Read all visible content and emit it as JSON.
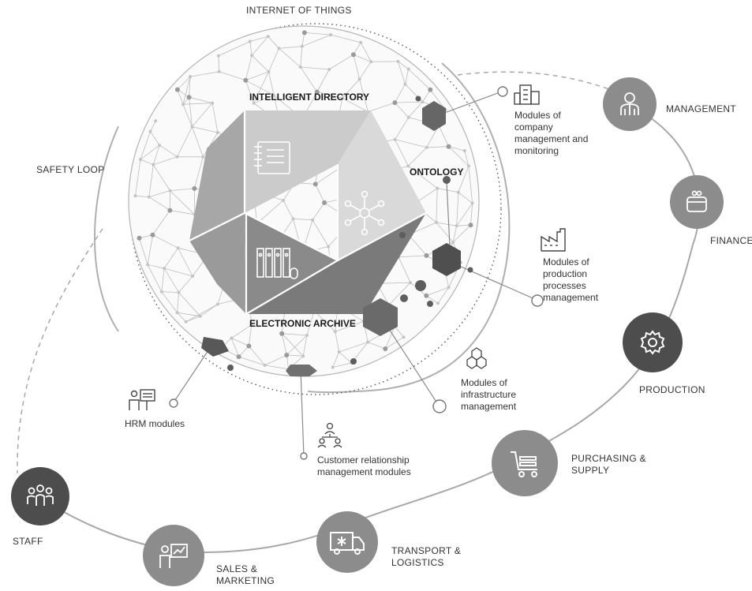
{
  "labels": {
    "internet_of_things": "INTERNET OF THINGS",
    "safety_loop": "SAFETY LOOP",
    "intelligent_directory": "INTELLIGENT DIRECTORY",
    "ontology": "ONTOLOGY",
    "electronic_archive": "ELECTRONIC ARCHIVE"
  },
  "modules": {
    "company_management": "Modules of\ncompany\nmanagement and\nmonitoring",
    "production_processes": "Modules of\nproduction\nprocesses\nmanagement",
    "infrastructure": "Modules of\ninfrastructure\nmanagement",
    "hrm": "HRM modules",
    "crm": "Customer relationship\nmanagement modules"
  },
  "loop_nodes": {
    "management": "MANAGEMENT",
    "finance": "FINANCE",
    "production": "PRODUCTION",
    "purchasing": "PURCHASING &\nSUPPLY",
    "transport": "TRANSPORT &\nLOGISTICS",
    "sales": "SALES &\nMARKETING",
    "staff": "STAFF"
  },
  "icons": {
    "management": "manager-icon",
    "finance": "wallet-icon",
    "production": "gear-icon",
    "purchasing": "shopping-cart-icon",
    "transport": "medical-truck-icon",
    "sales": "presentation-icon",
    "staff": "team-icon",
    "company_modules": "office-building-icon",
    "production_modules": "factory-icon",
    "infrastructure_modules": "hexagon-network-icon",
    "hrm_modules": "presenter-icon",
    "crm_modules": "hierarchy-people-icon",
    "directory": "document-icon",
    "ontology": "network-icon",
    "archive": "binders-icon"
  },
  "colors": {
    "node_light": "#8c8c8c",
    "node_dark": "#4d4d4d",
    "line": "#9e9e9e",
    "text": "#333333"
  }
}
